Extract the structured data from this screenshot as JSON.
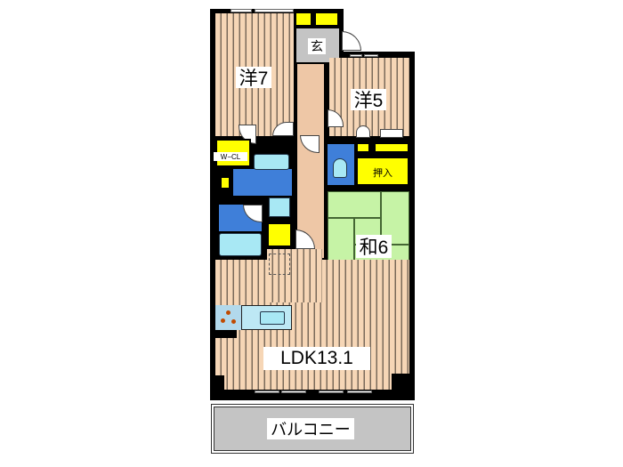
{
  "floorplan": {
    "rooms": [
      {
        "id": "western-7",
        "label": "洋7"
      },
      {
        "id": "western-5",
        "label": "洋5"
      },
      {
        "id": "entrance",
        "label": "玄"
      },
      {
        "id": "walk-in-closet",
        "label": "W−CL"
      },
      {
        "id": "oshiire",
        "label": "押入"
      },
      {
        "id": "japanese-6",
        "label": "和6"
      },
      {
        "id": "ldk",
        "label": "LDK13.1"
      },
      {
        "id": "balcony",
        "label": "バルコニー"
      }
    ],
    "colors": {
      "flooring": "#f6d6b6",
      "hallway": "#eec7a6",
      "storage": "#ffff00",
      "wet_area": "#3f7fd9",
      "fixture": "#a8e8f4",
      "tatami": "#c6f3a6",
      "balcony": "#c4c4c4",
      "wall": "#000000"
    }
  }
}
